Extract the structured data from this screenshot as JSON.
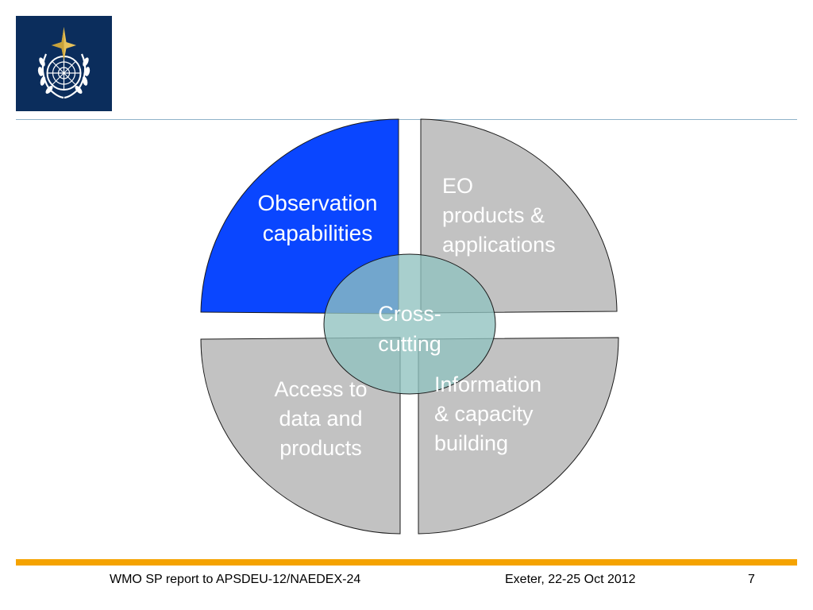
{
  "logo": {
    "icon": "wmo-emblem-icon",
    "background": "#0b2d5c"
  },
  "diagram": {
    "quadrants": [
      {
        "id": "observation",
        "label": [
          "Observation",
          "capabilities"
        ],
        "fill": "#0a46ff"
      },
      {
        "id": "eo",
        "label": [
          "EO",
          "products &",
          "applications"
        ],
        "fill": "#c2c2c2"
      },
      {
        "id": "access",
        "label": [
          "Access to",
          "data and",
          "products"
        ],
        "fill": "#c2c2c2"
      },
      {
        "id": "information",
        "label": [
          "Information",
          "& capacity",
          "building"
        ],
        "fill": "#c2c2c2"
      }
    ],
    "center": {
      "label": [
        "Cross-",
        "cutting"
      ],
      "fill": "#8fc1bf"
    }
  },
  "footer": {
    "left": "WMO SP report to APSDEU-12/NAEDEX-24",
    "middle": "Exeter, 22-25 Oct 2012",
    "page": "7",
    "bar_color": "#f5a300"
  }
}
